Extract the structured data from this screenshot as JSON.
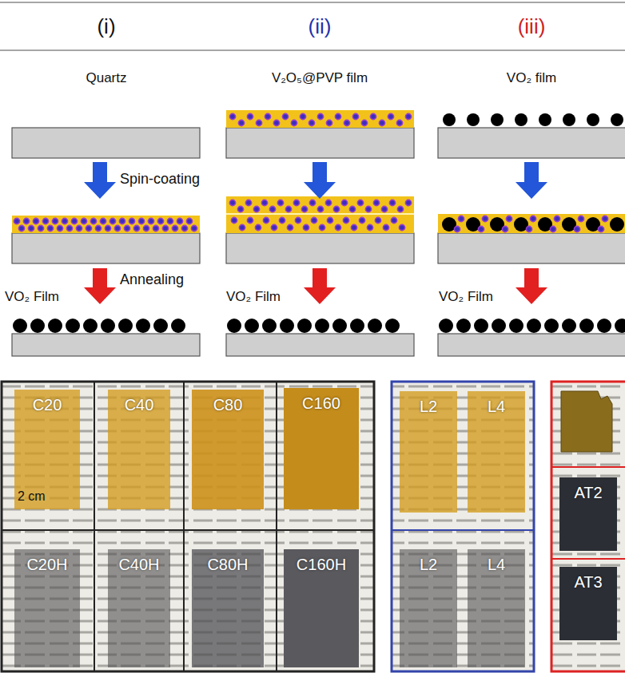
{
  "diagram": {
    "nodes": [
      {
        "text": [
          "C20"
        ]
      },
      {
        "text": [
          "C40"
        ]
      },
      {
        "text": [
          "C80"
        ]
      },
      {
        "text": [
          "C160"
        ]
      },
      {
        "text": [
          "C20H"
        ]
      },
      {
        "text": [
          "C40H"
        ]
      },
      {
        "text": [
          "C80H"
        ]
      },
      {
        "text": [
          "C160H"
        ]
      },
      {
        "text": [
          "L2"
        ]
      },
      {
        "text": [
          "L4"
        ]
      },
      {
        "text": [
          "L2"
        ]
      },
      {
        "text": [
          "L4"
        ]
      },
      {
        "text": [
          "AT2"
        ]
      },
      {
        "text": [
          "AT3"
        ]
      }
    ],
    "labels": [
      "(i)",
      "(ii)",
      "(iii)",
      "Quartz",
      "V₂O₅@PVP film",
      "VO₂ film",
      "Spin-coating",
      "Annealing",
      "VO₂ Film",
      "VO₂ Film",
      "VO₂ Film",
      "2 cm"
    ]
  }
}
